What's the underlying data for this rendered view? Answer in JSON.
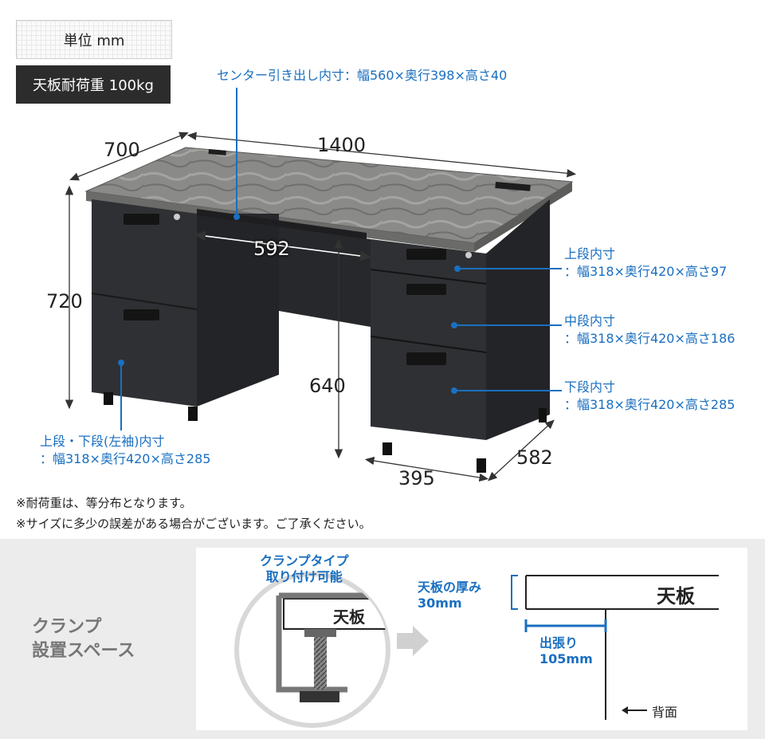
{
  "header": {
    "unit_label": "単位 mm",
    "load_label": "天板耐荷重 100kg"
  },
  "dimensions": {
    "width": "1400",
    "depth": "700",
    "height": "720",
    "knee_width": "592",
    "knee_height": "640",
    "pedestal_width": "395",
    "pedestal_depth": "582"
  },
  "callouts": {
    "center_drawer": "センター引き出し内寸：幅560×奥行398×高さ40",
    "upper_title": "上段内寸",
    "upper_size": "：幅318×奥行420×高さ97",
    "middle_title": "中段内寸",
    "middle_size": "：幅318×奥行420×高さ186",
    "lower_title": "下段内寸",
    "lower_size": "：幅318×奥行420×高さ285",
    "left_title": "上段・下段(左袖)内寸",
    "left_size": "：幅318×奥行420×高さ285"
  },
  "notes": {
    "note1": "※耐荷重は、等分布となります。",
    "note2": "※サイズに多少の誤差がある場合がございます。ご了承ください。"
  },
  "clamp": {
    "section_title_line1": "クランプ",
    "section_title_line2": "設置スペース",
    "type_line1": "クランプタイプ",
    "type_line2": "取り付け可能",
    "tenban_circle": "天板",
    "tenban_diagram": "天板",
    "thickness_line1": "天板の厚み",
    "thickness_line2": "30mm",
    "overhang_line1": "出張り",
    "overhang_line2": "105mm",
    "back_label": "背面"
  },
  "colors": {
    "accent_blue": "#1a6fc0",
    "desk_body": "#2f3033",
    "desk_top": "#8c8d8a",
    "panel_gray": "#ececec"
  }
}
